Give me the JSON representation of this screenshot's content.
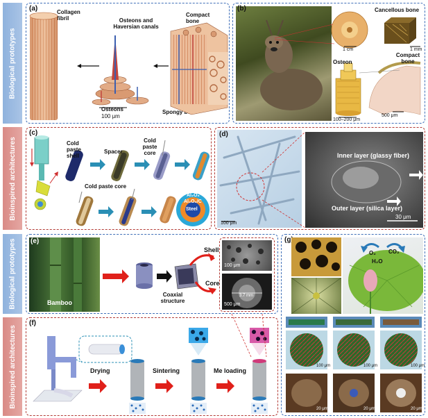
{
  "bands": {
    "row1": "Biological prototypes",
    "row2": "Bioinspired architectures",
    "row3": "Biological prototypes",
    "row4": "Bioinspired architectures"
  },
  "panel_a": {
    "label": "(a)",
    "collagen": "Collagen fibril",
    "osteons_haversian": "Osteons and Haversian canals",
    "compact": "Compact bone",
    "osteons": "Osteons",
    "scale": "100 μm",
    "spongy": "Spongy bone"
  },
  "panel_b": {
    "label": "(b)",
    "cancellous": "Cancellous bone",
    "scale_1mm": "1 mm",
    "scale_1cm": "1 cm",
    "compact": "Compact bone",
    "osteon": "Osteon",
    "scale_500": "500 μm",
    "scale_100_200": "100–200 μm"
  },
  "panel_c": {
    "label": "(c)",
    "shell": "Cold paste shell",
    "spacer": "Spacer",
    "core_top": "Cold paste core",
    "core_bottom": "Cold paste core",
    "layer1": "Al₂O₃",
    "layer2": "Al₂O₃/C",
    "layer3": "Steel"
  },
  "panel_d": {
    "label": "(d)",
    "inner": "Inner layer (glassy fiber)",
    "outer": "Outer layer (silica layer)",
    "scale_left": "100 μm",
    "scale_right": "30 μm"
  },
  "panel_e": {
    "label": "(e)",
    "bamboo": "Bamboo",
    "shell": "Shell",
    "core": "Core",
    "coaxial": "Coaxial structure",
    "sem_top": "100 μm",
    "sem_bottom_len": "3.7 mm",
    "sem_bottom": "500 μm"
  },
  "panel_f": {
    "label": "(f)",
    "drying": "Drying",
    "sintering": "Sintering",
    "loading": "Me loading"
  },
  "panel_g": {
    "label": "(g)",
    "o2": "O₂",
    "co2": "CO₂",
    "h2o": "H₂O",
    "s1": "100 μm",
    "s2": "100 μm",
    "s3": "100 μm",
    "s4": "20 μm",
    "s5": "20 μm",
    "s6": "20 μm"
  },
  "colors": {
    "blue_band": "#8fb2dd",
    "red_band": "#d98a86",
    "arrow_red": "#e0201a",
    "arrow_teal": "#2a8fb5"
  }
}
